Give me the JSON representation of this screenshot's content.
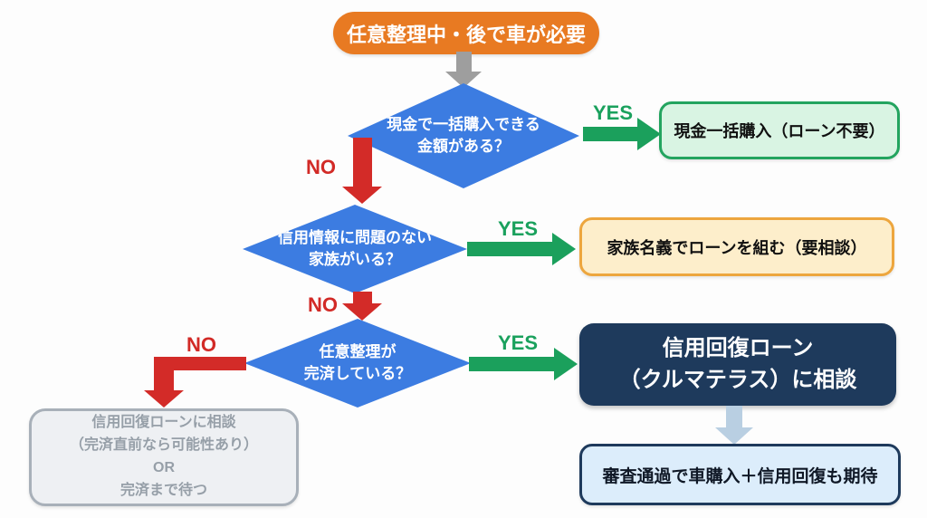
{
  "palette": {
    "start_orange": "#e87a22",
    "diamond_blue": "#3c7ce1",
    "yes_green": "#1aa15d",
    "no_red": "#d22a26",
    "cash_box_fill": "#d9f4e3",
    "cash_box_border": "#23a45f",
    "family_box_fill": "#fdeecb",
    "family_box_border": "#eda63e",
    "navy_box": "#1e3a5c",
    "result_box_fill": "#dcedfb",
    "wait_box_fill": "#eef0f3",
    "wait_box_border": "#a8b0b9",
    "gray_arrow": "#9e9e9e",
    "ltblue_arrow": "#b9cfe2"
  },
  "labels": {
    "yes": "YES",
    "no": "NO"
  },
  "flow": {
    "start": "任意整理中・後で車が必要",
    "d1": {
      "l1": "現金で一括購入できる",
      "l2": "金額がある？"
    },
    "d2": {
      "l1": "信用情報に問題のない",
      "l2": "家族がいる？"
    },
    "d3": {
      "l1": "任意整理が",
      "l2": "完済している？"
    },
    "outcome_cash": "現金一括購入（ローン不要）",
    "outcome_family": "家族名義でローンを組む（要相談）",
    "outcome_consult": {
      "l1": "信用回復ローン",
      "l2": "（クルマテラス）に相談"
    },
    "outcome_wait": {
      "l1": "信用回復ローンに相談",
      "l2": "（完済直前なら可能性あり）",
      "l3": "OR",
      "l4": "完済まで待つ"
    },
    "outcome_result": "審査通過で車購入＋信用回復も期待"
  }
}
